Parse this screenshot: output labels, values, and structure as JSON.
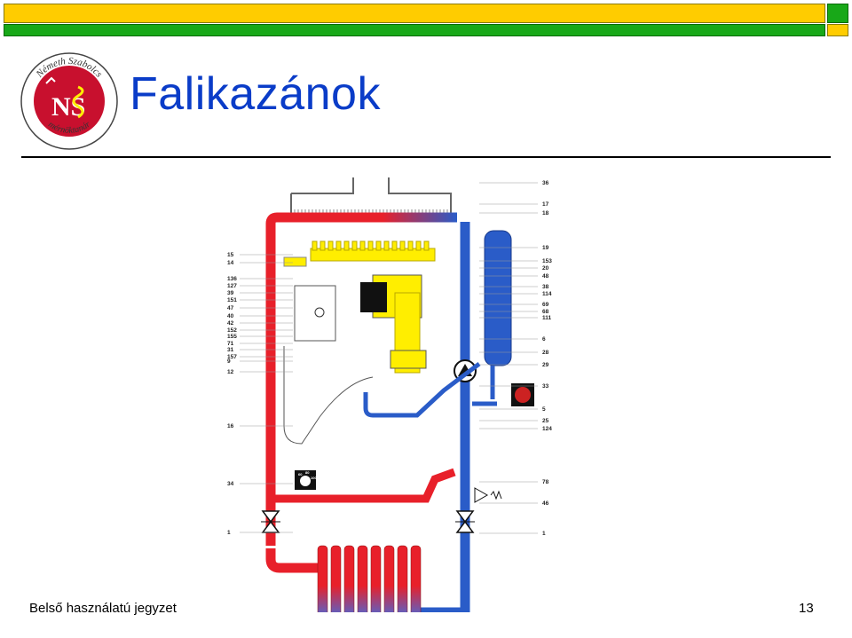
{
  "slide": {
    "title": "Falikazánok",
    "footer_note": "Belső használatú jegyzet",
    "page_number": "13"
  },
  "logo": {
    "top_text": "Németh Szabolcs",
    "bottom_text": "mérnöktanár",
    "initials": "NS"
  },
  "colors": {
    "banner_yellow": "#ffcc00",
    "banner_green": "#18a818",
    "title_blue": "#0a3cc8",
    "hot_pipe": "#e8202a",
    "cold_pipe": "#2a5cc8",
    "gas_line": "#ffee00"
  },
  "diagram": {
    "left_labels": [
      "15",
      "14",
      "136",
      "127",
      "39",
      "151",
      "47",
      "40",
      "42",
      "152",
      "155",
      "71",
      "31",
      "157",
      "9",
      "12",
      "16",
      "34",
      "1"
    ],
    "right_labels": [
      "36",
      "17",
      "18",
      "19",
      "153",
      "20",
      "48",
      "38",
      "114",
      "69",
      "68",
      "111",
      "6",
      "28",
      "29",
      "33",
      "5",
      "25",
      "124",
      "78",
      "46",
      "1"
    ],
    "gauge_values": [
      "60",
      "80",
      "100"
    ]
  }
}
